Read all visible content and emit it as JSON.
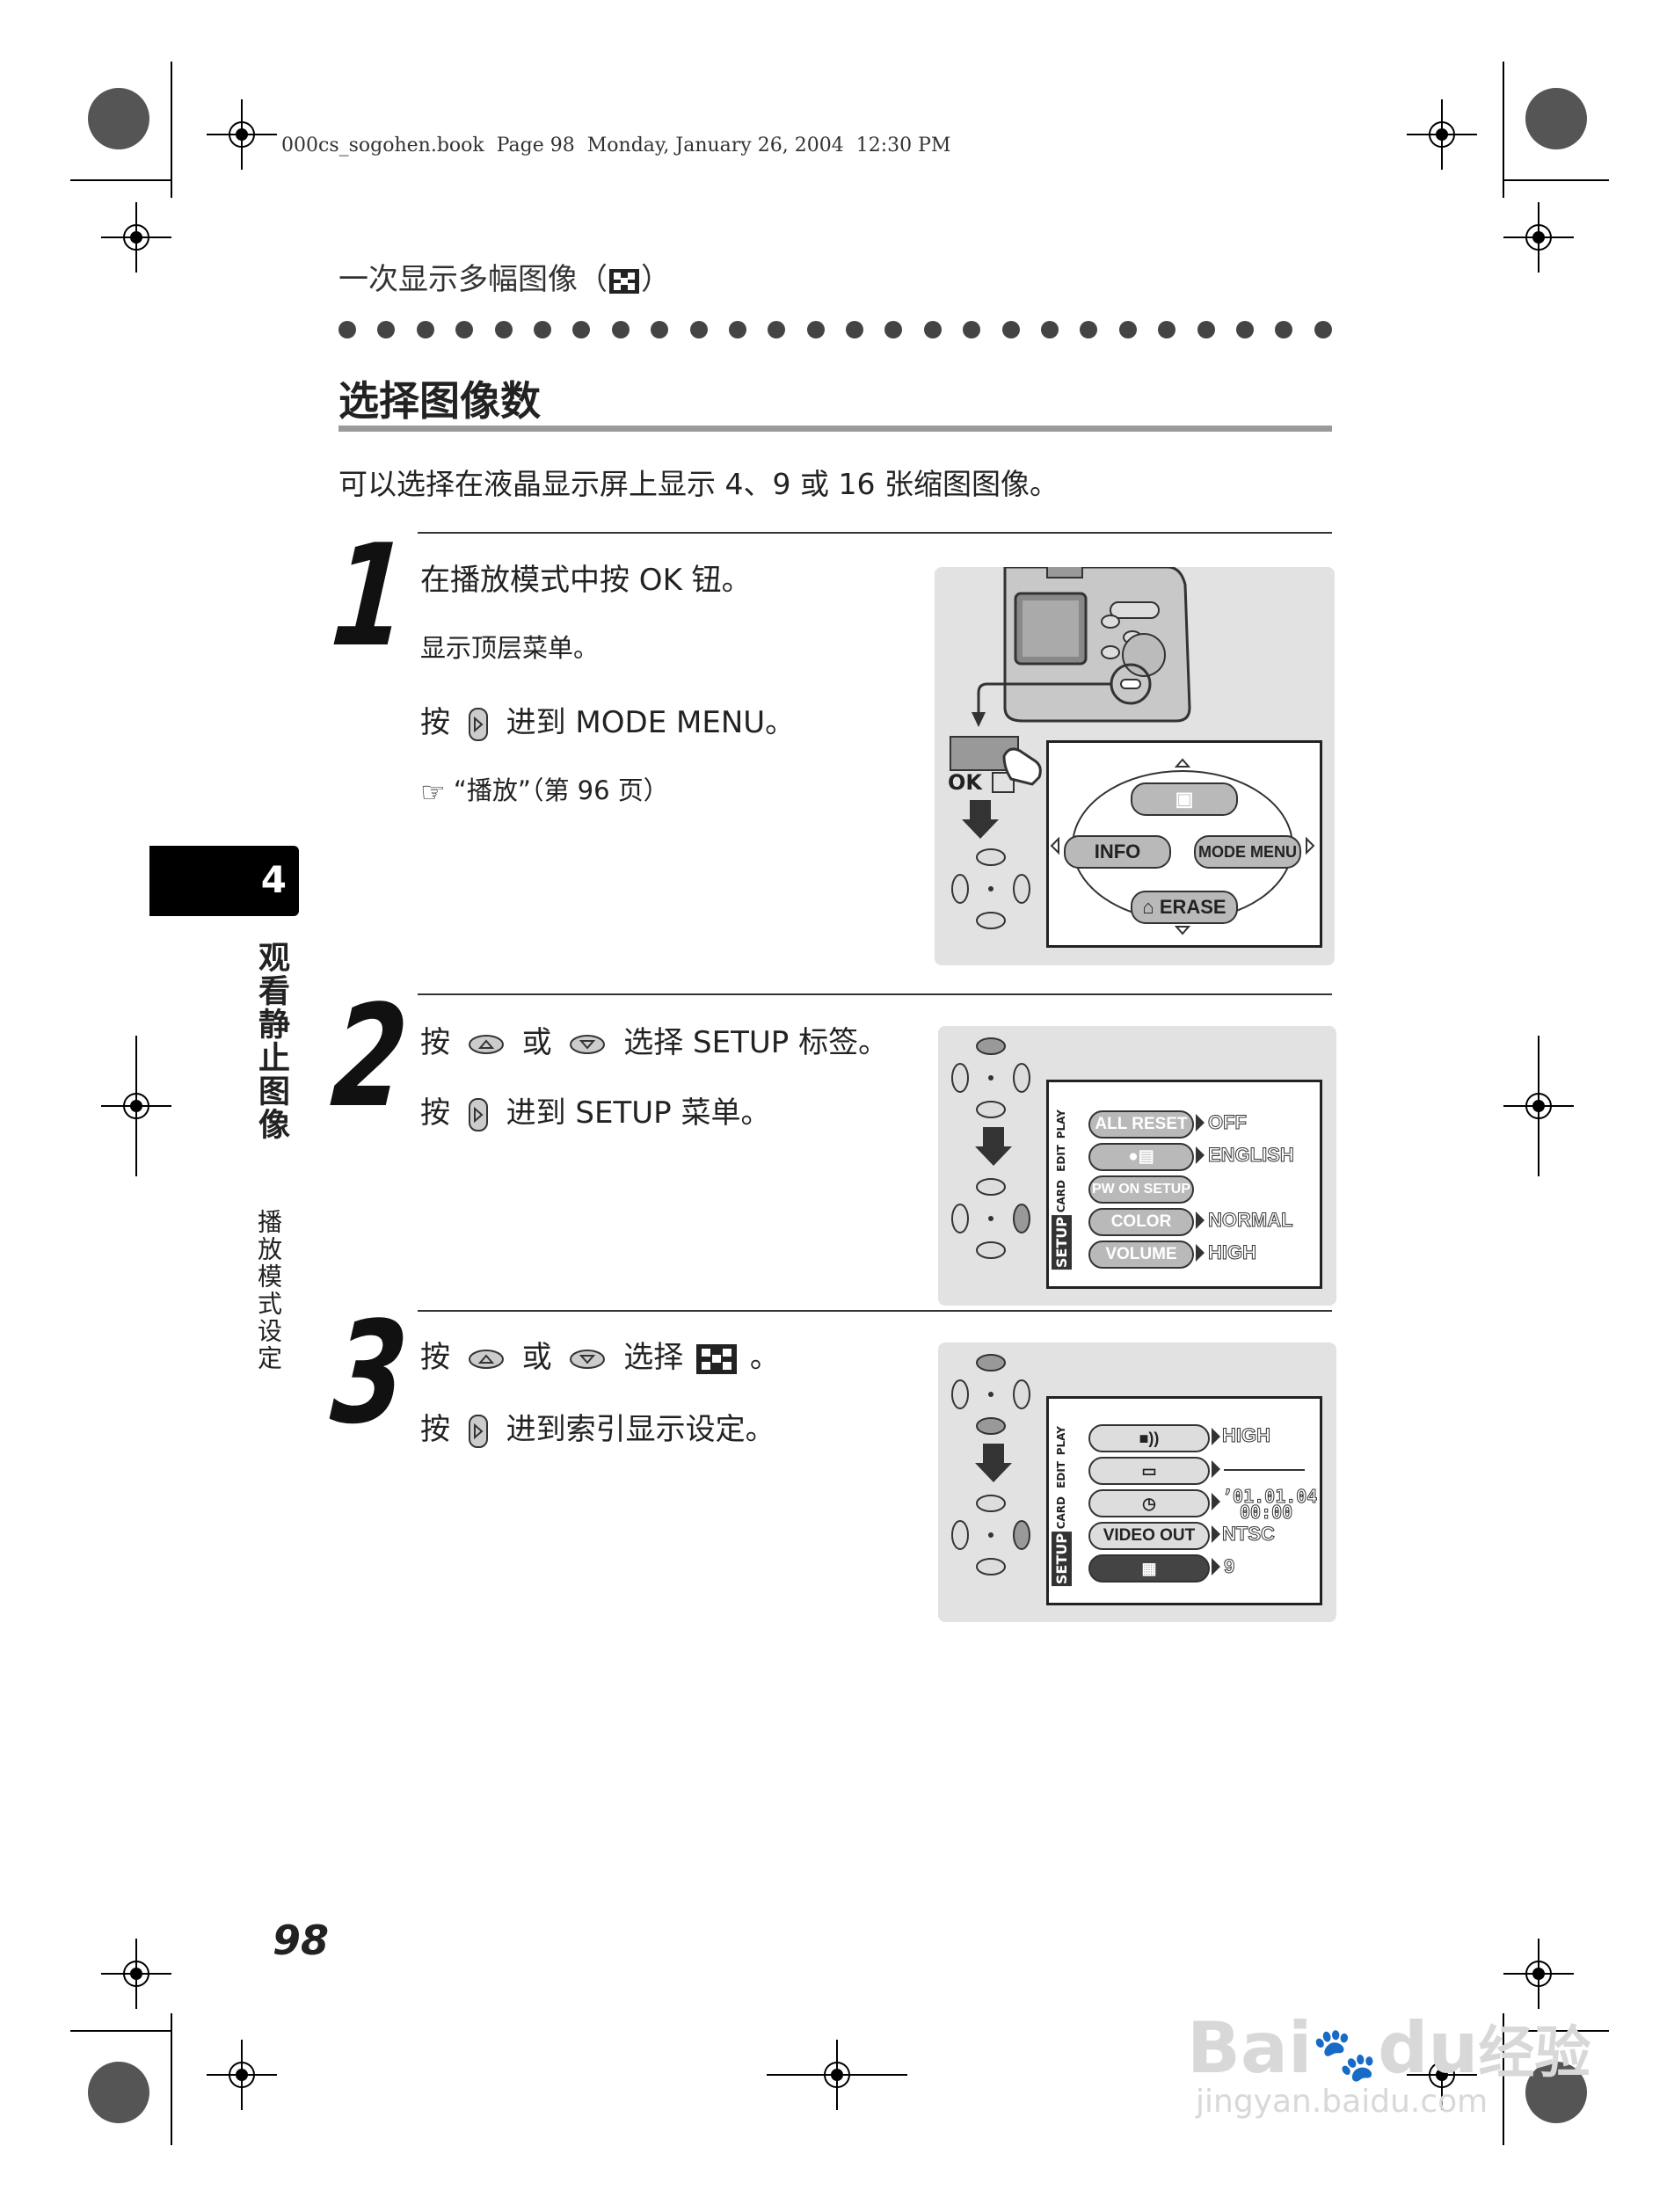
{
  "header": {
    "file": "000cs_sogohen.book",
    "page_label": "Page 98",
    "date": "Monday, January 26, 2004",
    "time": "12:30 PM"
  },
  "section_kicker": "一次显示多幅图像（",
  "section_kicker_close": "）",
  "title": "选择图像数",
  "intro": "可以选择在液晶显示屏上显示 4、9 或 16 张缩图图像。",
  "side_tab": {
    "number": "4",
    "chapter": "观看静止图像",
    "subchapter": "播放模式设定"
  },
  "steps": [
    {
      "number": "1",
      "lines": [
        "在播放模式中按 OK 钮。",
        "显示顶层菜单。"
      ],
      "press_prefix": "按",
      "press_suffix": "进到 MODE MENU。",
      "ref": "“播放”（第 96 页）"
    },
    {
      "number": "2",
      "line1_a": "按",
      "line1_b": "或",
      "line1_c": "选择 SETUP 标签。",
      "line2_a": "按",
      "line2_b": "进到 SETUP 菜单。"
    },
    {
      "number": "3",
      "line1_a": "按",
      "line1_b": "或",
      "line1_c": "选择",
      "line1_d": "。",
      "line2_a": "按",
      "line2_b": "进到索引显示设定。"
    }
  ],
  "illus1": {
    "ok_label": "OK",
    "menu": {
      "info": "INFO",
      "mode_menu": "MODE MENU",
      "erase": "ERASE"
    }
  },
  "illus2": {
    "tabs": [
      "PLAY",
      "EDIT",
      "CARD",
      "SETUP"
    ],
    "rows": [
      {
        "label": "ALL RESET",
        "value": "OFF"
      },
      {
        "label": "",
        "value": "ENGLISH"
      },
      {
        "label": "PW ON SETUP",
        "value": ""
      },
      {
        "label": "COLOR",
        "value": "NORMAL"
      },
      {
        "label": "VOLUME",
        "value": "HIGH"
      }
    ]
  },
  "illus3": {
    "tabs": [
      "PLAY",
      "EDIT",
      "CARD",
      "SETUP"
    ],
    "rows": [
      {
        "label": "",
        "value": "HIGH"
      },
      {
        "label": "",
        "value": ""
      },
      {
        "label": "",
        "value": "’01.01.04"
      },
      {
        "label": "",
        "value": "00:00"
      },
      {
        "label": "VIDEO OUT",
        "value": "NTSC"
      },
      {
        "label": "",
        "value": "9"
      }
    ]
  },
  "page_number": "98",
  "watermark": {
    "brand": "Bai",
    "brand2": "du",
    "cn": "经验",
    "url": "jingyan.baidu.com"
  }
}
